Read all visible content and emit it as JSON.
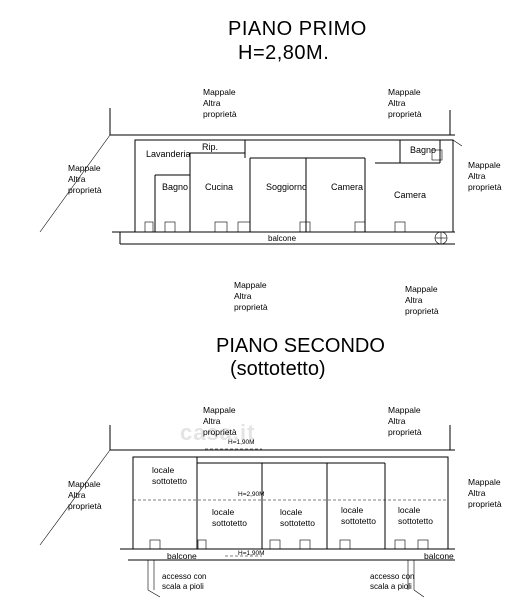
{
  "floor1": {
    "title": "PIANO PRIMO",
    "height": "H=2,80M.",
    "neighbors": {
      "top_left": [
        "Mappale",
        "Altra",
        "proprietà"
      ],
      "top_right": [
        "Mappale",
        "Altra",
        "proprietà"
      ],
      "left": [
        "Mappale",
        "Altra",
        "proprietà"
      ],
      "right": [
        "Mappale",
        "Altra",
        "proprietà"
      ],
      "bottom_left": [
        "Mappale",
        "Altra",
        "proprietà"
      ],
      "bottom_right": [
        "Mappale",
        "Altra",
        "proprietà"
      ]
    },
    "rooms": {
      "lavanderia": "Lavanderia",
      "rip": "Rip.",
      "bagno_left": "Bagno",
      "cucina": "Cucina",
      "soggiorno": "Soggiorno",
      "camera1": "Camera",
      "camera2": "Camera",
      "bagno_right": "Bagno"
    },
    "balcone": "balcone"
  },
  "floor2": {
    "title": "PIANO SECONDO",
    "subtitle": "(sottotetto)",
    "neighbors": {
      "top_left": [
        "Mappale",
        "Altra",
        "proprietà"
      ],
      "top_right": [
        "Mappale",
        "Altra",
        "proprietà"
      ],
      "left": [
        "Mappale",
        "Altra",
        "proprietà"
      ],
      "right": [
        "Mappale",
        "Altra",
        "proprietà"
      ]
    },
    "rooms": {
      "r1": [
        "locale",
        "sottotetto"
      ],
      "r2": [
        "locale",
        "sottotetto"
      ],
      "r3": [
        "locale",
        "sottotetto"
      ],
      "r4": [
        "locale",
        "sottotetto"
      ],
      "r5": [
        "locale",
        "sottotetto"
      ]
    },
    "heights": {
      "top": "H=1,90M",
      "middle": "H=2,90M",
      "bottom": "H=1,90M"
    },
    "balcone_left": "balcone",
    "balcone_right": "balcone",
    "access_left": [
      "accesso con",
      "scala a pioli"
    ],
    "access_right": [
      "accesso con",
      "scala a pioli"
    ],
    "watermark": "casa.it"
  }
}
